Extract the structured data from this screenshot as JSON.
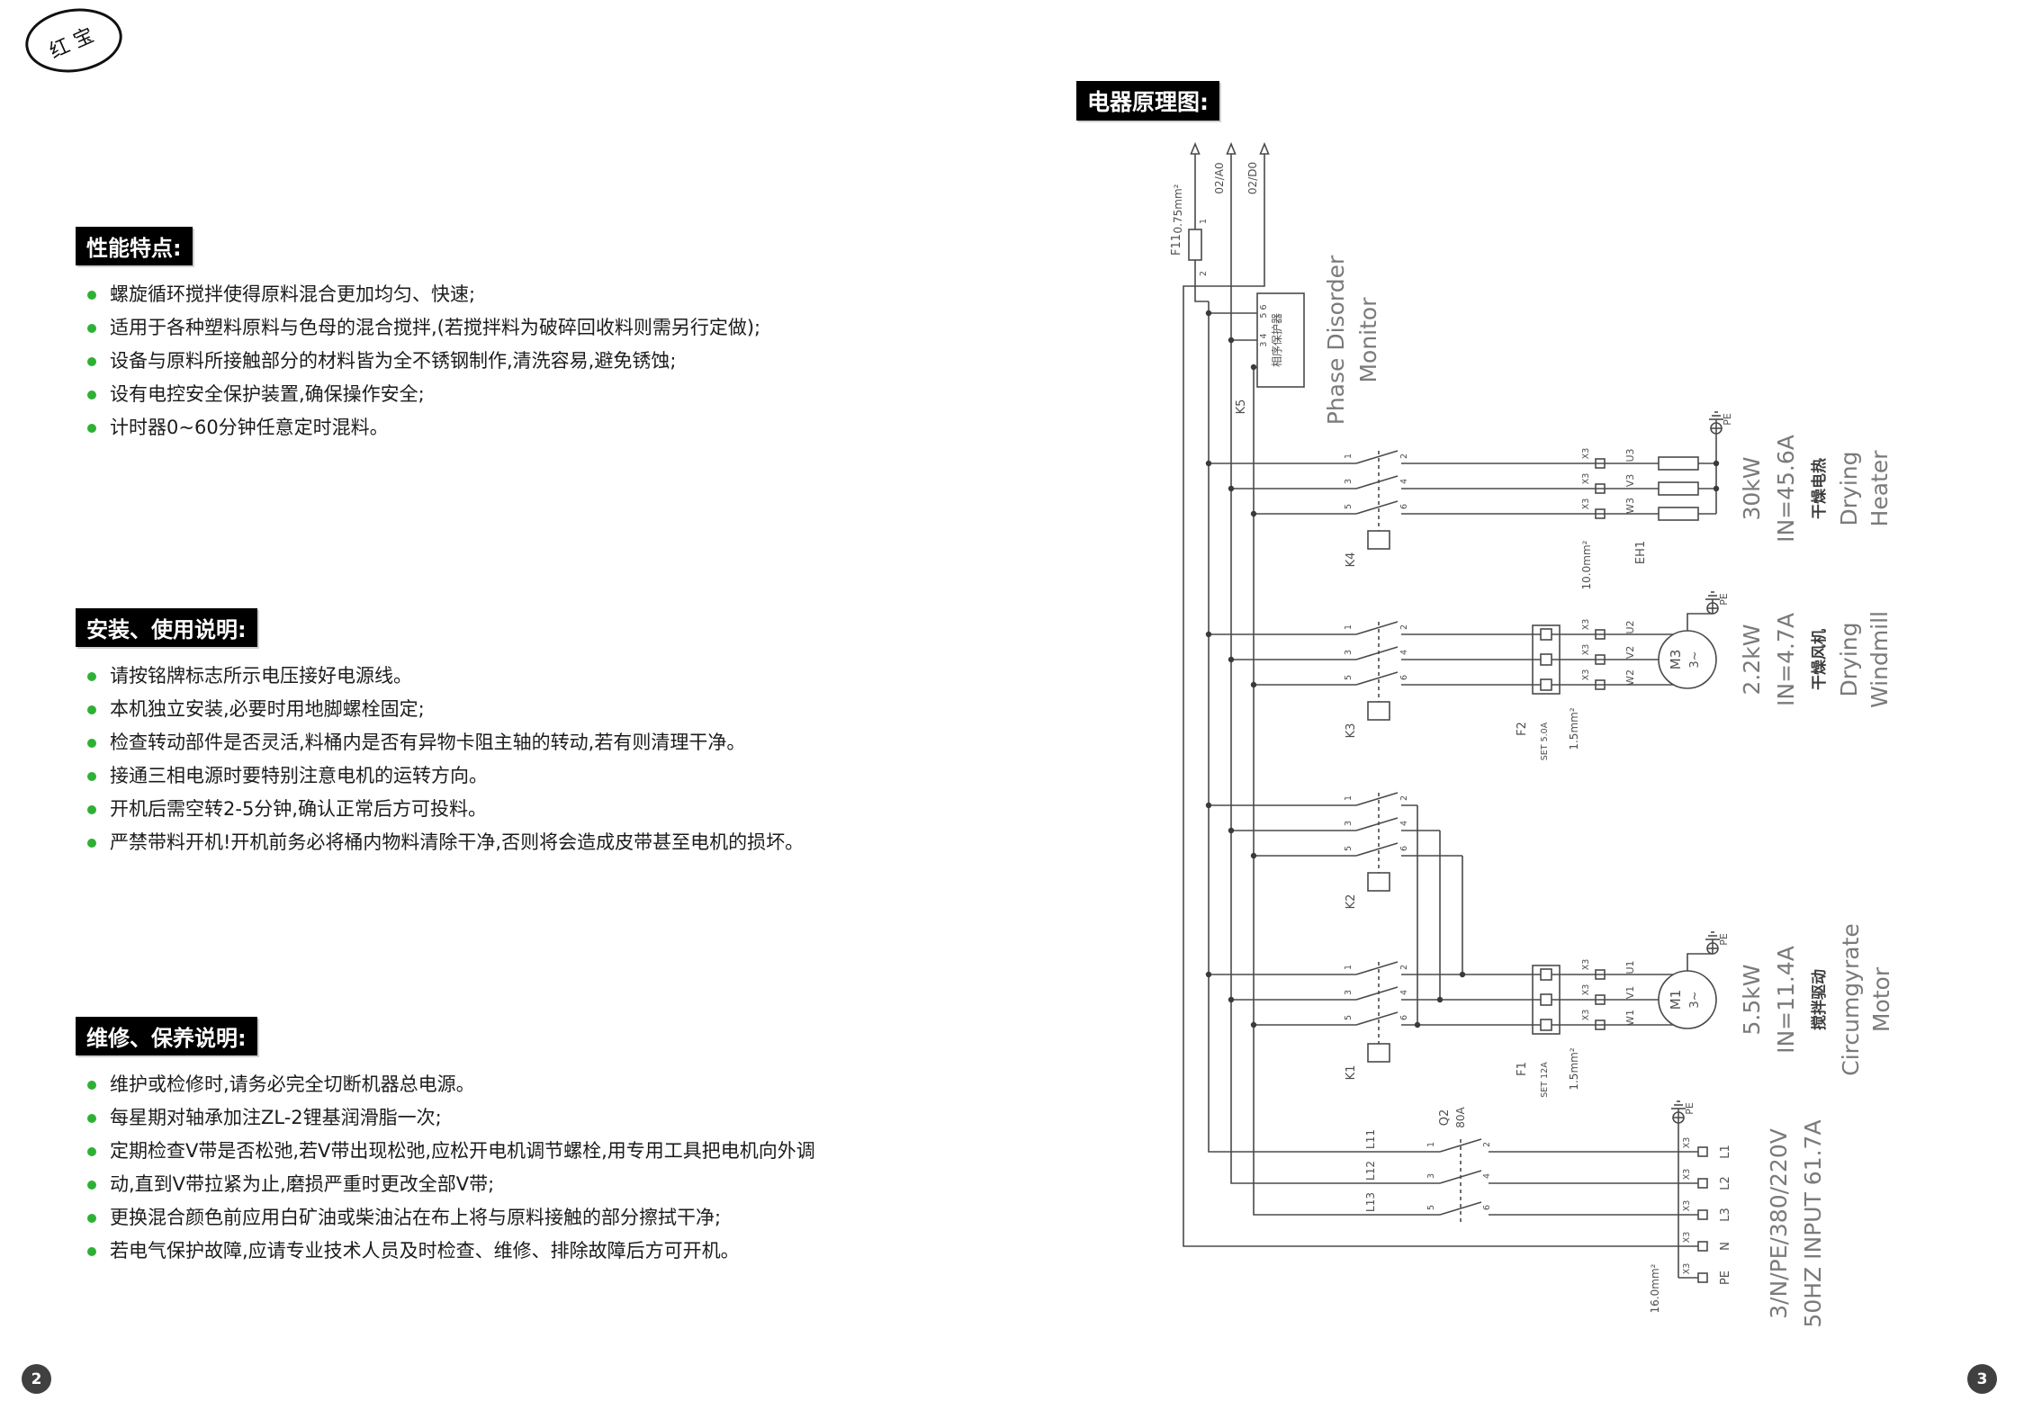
{
  "page": {
    "logo_text": "红宝",
    "left_page_number": "2",
    "right_page_number": "3",
    "accent_green": "#2db135",
    "ink": "#1c1c1c",
    "line_gray": "#4a4a4a"
  },
  "sections": [
    {
      "title": "性能特点:",
      "items": [
        "螺旋循环搅拌使得原料混合更加均匀、快速;",
        "适用于各种塑料原料与色母的混合搅拌,(若搅拌料为破碎回收料则需另行定做);",
        "设备与原料所接触部分的材料皆为全不锈钢制作,清洗容易,避免锈蚀;",
        "设有电控安全保护装置,确保操作安全;",
        "计时器0~60分钟任意定时混料。"
      ]
    },
    {
      "title": "安装、使用说明:",
      "items": [
        "请按铭牌标志所示电压接好电源线。",
        "本机独立安装,必要时用地脚螺栓固定;",
        "检查转动部件是否灵活,料桶内是否有异物卡阻主轴的转动,若有则清理干净。",
        "接通三相电源时要特别注意电机的运转方向。",
        "开机后需空转2-5分钟,确认正常后方可投料。",
        "严禁带料开机!开机前务必将桶内物料清除干净,否则将会造成皮带甚至电机的损坏。"
      ]
    },
    {
      "title": "维修、保养说明:",
      "items": [
        "维护或检修时,请务必完全切断机器总电源。",
        "每星期对轴承加注ZL-2锂基润滑脂一次;",
        "定期检查V带是否松弛,若V带出现松弛,应松开电机调节螺栓,用专用工具把电机向外调",
        "动,直到V带拉紧为止,磨损严重时更改全部V带;",
        "更换混合颜色前应用白矿油或柴油沾在布上将与原料接触的部分擦拭干净;",
        "若电气保护故障,应请专业技术人员及时检查、维修、排除故障后方可开机。"
      ]
    }
  ],
  "diagram": {
    "title": "电器原理图:",
    "pins": [
      "1",
      "2",
      "3",
      "4",
      "5",
      "6"
    ],
    "x3": "X3",
    "pe": "PE",
    "control": {
      "wire_a": "02/A0",
      "wire_b": "02/D0",
      "fuse": "F11",
      "size": "0.75mm²"
    },
    "k5": {
      "ref": "K5",
      "cn": "相序保护器",
      "en1": "Phase Disorder",
      "en2": "Monitor",
      "pins_top": "5 6",
      "pins_bottom": "3 4"
    },
    "heater": {
      "contactor": "K4",
      "load": "EH1",
      "terminals": [
        "U3",
        "V3",
        "W3"
      ],
      "size": "10.0mm²",
      "kw": "30kW",
      "current": "IN=45.6A",
      "cn": "干燥电热",
      "en1": "Drying",
      "en2": "Heater"
    },
    "windmill": {
      "contactor": "K3",
      "relay": "F2",
      "relay_set": "SET 5.0A",
      "motor": "M3",
      "phase": "3~",
      "terminals": [
        "U2",
        "V2",
        "W2"
      ],
      "size": "1.5mm²",
      "kw": "2.2kW",
      "current": "IN=4.7A",
      "cn": "干燥风机",
      "en1": "Drying",
      "en2": "Windmill"
    },
    "reverse": {
      "contactor": "K2"
    },
    "motor": {
      "contactor": "K1",
      "relay": "F1",
      "relay_set": "SET 12A",
      "motor": "M1",
      "phase": "3~",
      "terminals": [
        "U1",
        "V1",
        "W1"
      ],
      "size": "1.5mm²",
      "kw": "5.5kW",
      "current": "IN=11.4A",
      "cn": "搅拌驱动",
      "en1": "Circumgyrate",
      "en2": "Motor"
    },
    "input": {
      "breaker": "Q2",
      "breaker_amp": "80A",
      "wires": [
        "L11",
        "L12",
        "L13"
      ],
      "terminals": [
        "L1",
        "L2",
        "L3",
        "N",
        "PE"
      ],
      "size": "16.0mm²",
      "line1": "3/N/PE/380/220V",
      "line2": "50HZ INPUT 61.7A"
    }
  }
}
